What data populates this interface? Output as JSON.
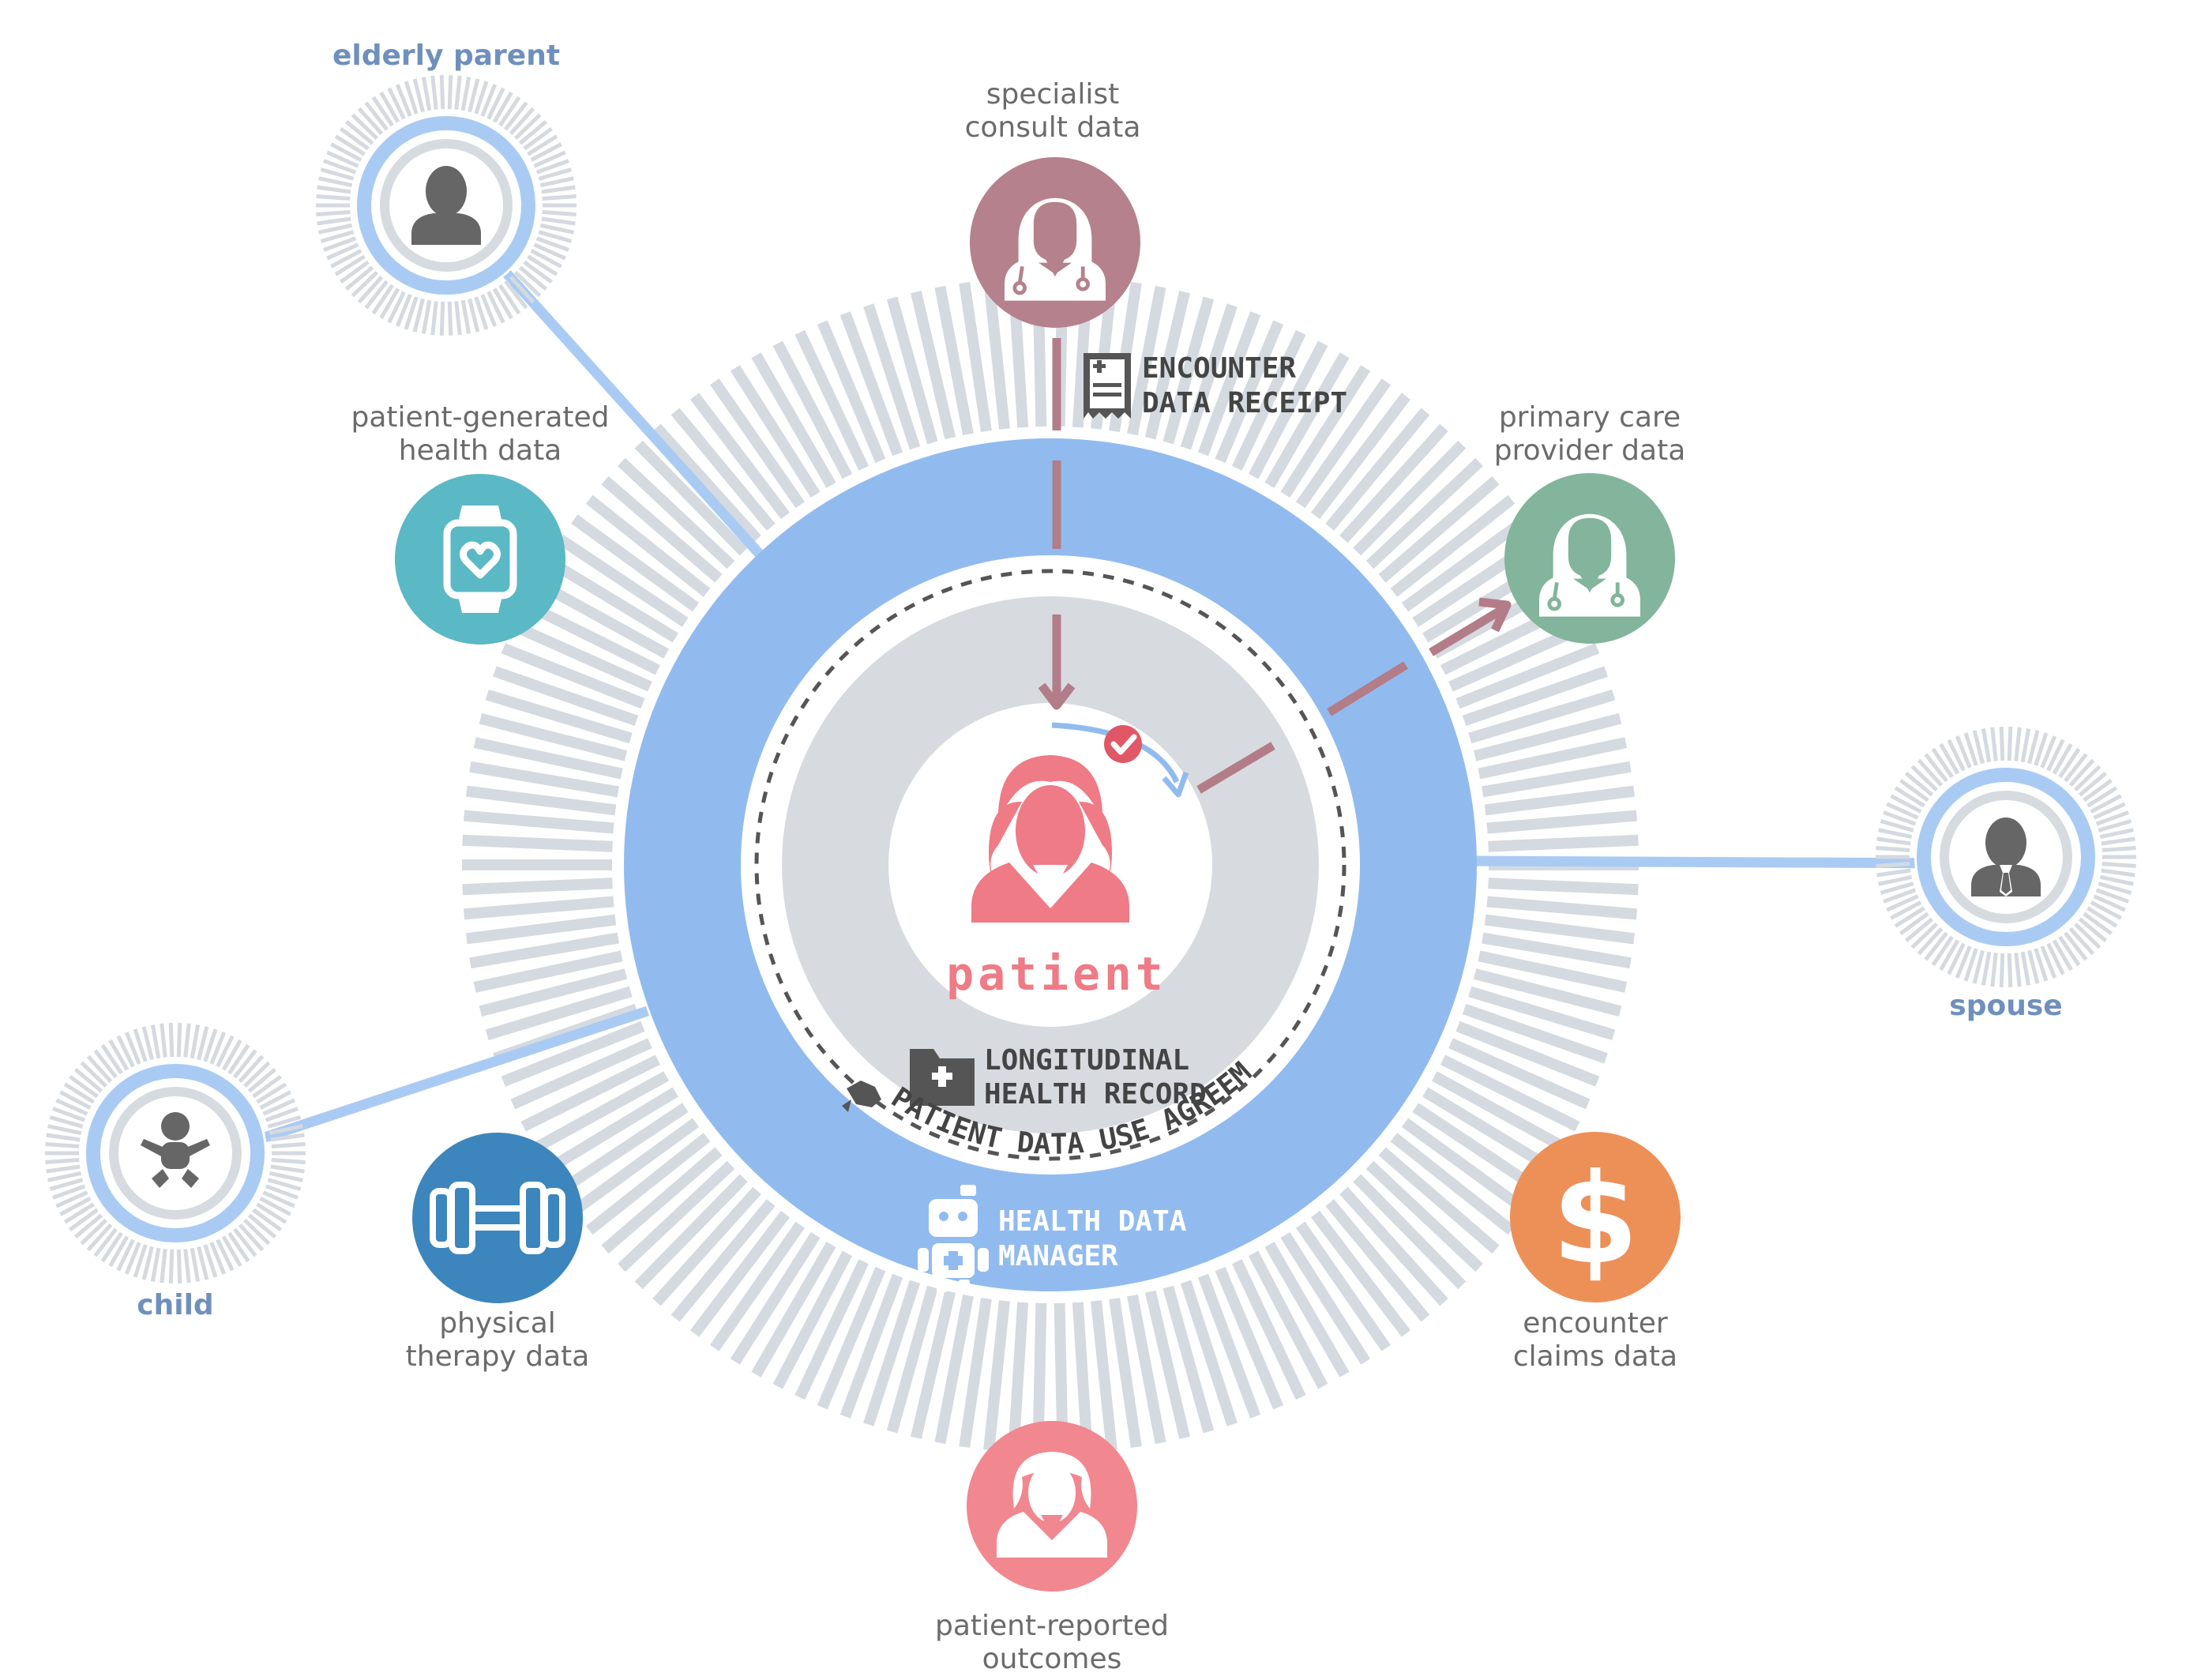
{
  "center": {
    "patient_label": "patient",
    "longitudinal_line1": "LONGITUDINAL",
    "longitudinal_line2": "HEALTH RECORD",
    "agreement": "PATIENT DATA USE AGREEMENT",
    "manager_line1": "HEALTH DATA",
    "manager_line2": "MANAGER",
    "receipt_line1": "ENCOUNTER",
    "receipt_line2": "DATA RECEIPT"
  },
  "sources": {
    "specialist": {
      "line1": "specialist",
      "line2": "consult data",
      "color": "#b5818c",
      "icon": "female-doctor-icon"
    },
    "primary_care": {
      "line1": "primary care",
      "line2": "provider data",
      "color": "#82b59b",
      "icon": "female-doctor-icon"
    },
    "wearable": {
      "line1": "patient-generated",
      "line2": "health data",
      "color": "#5bb8c5",
      "icon": "smartwatch-heart-icon"
    },
    "physical_therapy": {
      "line1": "physical",
      "line2": "therapy data",
      "color": "#3c86bd",
      "icon": "dumbbell-icon"
    },
    "claims": {
      "line1": "encounter",
      "line2": "claims data",
      "color": "#ec9058",
      "icon": "dollar-icon"
    },
    "outcomes": {
      "line1": "patient-reported",
      "line2": "outcomes",
      "color": "#f1878f",
      "icon": "woman-icon"
    }
  },
  "family": {
    "elderly_parent": {
      "label": "elderly parent",
      "icon": "person-icon"
    },
    "spouse": {
      "label": "spouse",
      "icon": "businessman-icon"
    },
    "child": {
      "label": "child",
      "icon": "baby-icon"
    }
  },
  "colors": {
    "ring_blue": "#91bbef",
    "link_blue": "#a9cbf3",
    "tick_gray": "#d5d9e0",
    "inner_gray": "#d7dbe0",
    "flow_mauve": "#b27c88",
    "patient_pink": "#ee7b85",
    "family_text": "#6f90bd"
  }
}
